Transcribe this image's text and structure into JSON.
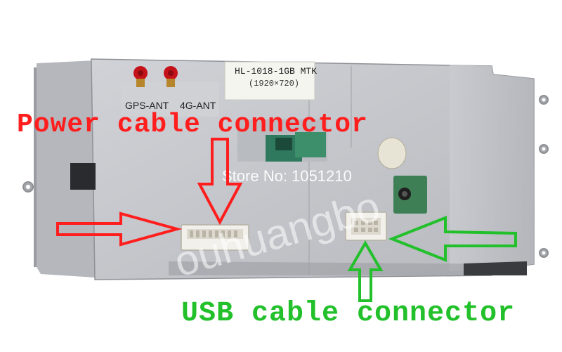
{
  "photo": {
    "sticker_model": "HL-1018-1GB MTK",
    "sticker_resolution": "(1920×720)",
    "antenna_gps_label": "GPS-ANT",
    "antenna_4g_label": "4G-ANT",
    "watermark_store": "Store No: 1051210",
    "watermark_brand": "ouhuangbo"
  },
  "annotations": {
    "power_label": "Power cable connector",
    "usb_label": "USB cable connector"
  },
  "colors": {
    "chassis": "#c4c6cb",
    "chassis_dark": "#a7aab0",
    "annotation_red": "#ff1d1d",
    "annotation_green": "#22c02a",
    "connector_white": "#f2f0ea"
  }
}
